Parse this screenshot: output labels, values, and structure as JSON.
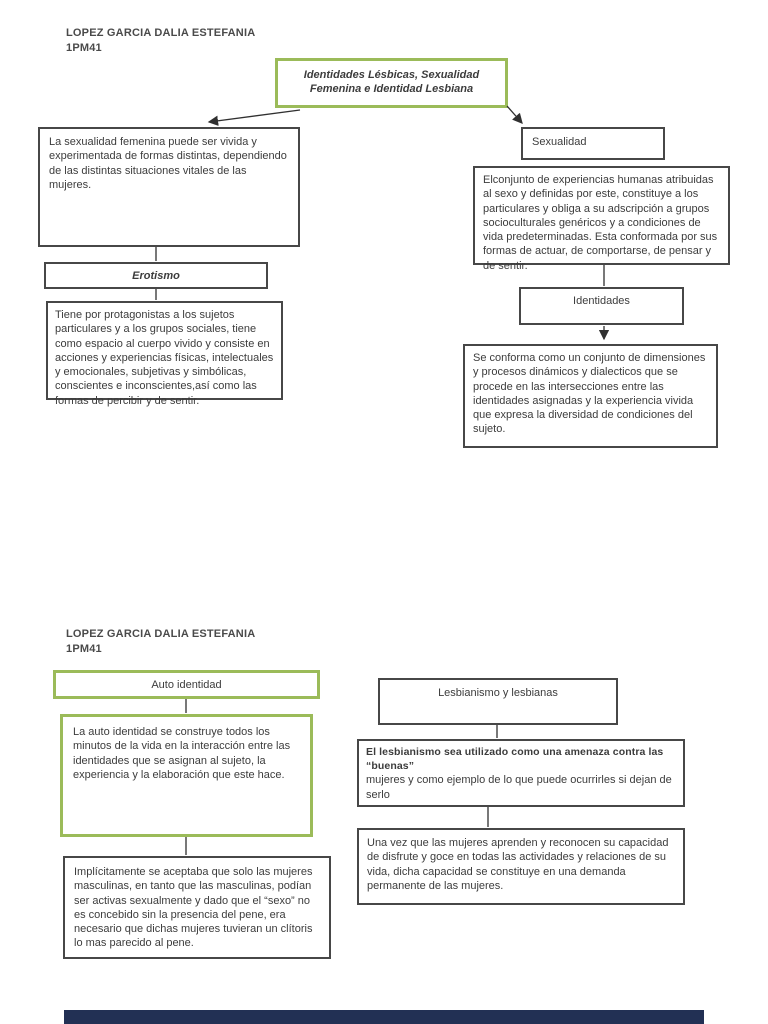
{
  "colors": {
    "green_border": "#9bbb59",
    "box_border": "#474747",
    "page_gap_bar": "#223054"
  },
  "page1": {
    "header_line1": "LOPEZ GARCIA DALIA ESTEFANIA",
    "header_line2": "1PM41",
    "title": "Identidades Lésbicas, Sexualidad Femenina e Identidad Lesbiana",
    "sexualidad_femenina": "La sexualidad femenina puede ser vivida y experimentada de formas distintas, dependiendo de las distintas situaciones vitales de las mujeres.",
    "erotismo_title": "Erotismo",
    "erotismo_desc": "Tiene por protagonistas a los sujetos particulares y a los grupos sociales, tiene como espacio al cuerpo vivido y consiste en acciones y experiencias físicas, intelectuales y emocionales, subjetivas y simbólicas, conscientes e inconscientes,así como las formas de percibir y de sentir.",
    "sexualidad_title": "Sexualidad",
    "sexualidad_desc": "Elconjunto de experiencias humanas atribuidas al sexo y definidas por este, constituye a los particulares y obliga a su adscripción a grupos socioculturales genéricos y a condiciones de vida predeterminadas. Esta conformada por sus formas de actuar, de comportarse, de pensar y de sentir.",
    "identidades_title": "Identidades",
    "identidades_desc": "Se conforma como un conjunto de dimensiones y procesos dinámicos y dialecticos que se procede en las intersecciones entre las identidades asignadas y la experiencia vivida que expresa la diversidad de condiciones del sujeto."
  },
  "page2": {
    "header_line1": "LOPEZ GARCIA DALIA ESTEFANIA",
    "header_line2": "1PM41",
    "auto_identidad_title": "Auto identidad",
    "auto_identidad_desc": "La auto identidad se construye todos los minutos de la vida en la interacción entre las identidades que se asignan al sujeto, la experiencia  y la elaboración que este hace.",
    "implicitamente": "Implícitamente se aceptaba que solo las mujeres masculinas, en tanto que las masculinas, podían ser activas sexualmente y dado que el “sexo” no es concebido sin la presencia del pene, era necesario que dichas mujeres tuvieran un clítoris lo mas parecido al pene.",
    "lesbianismo_title": "Lesbianismo y lesbianas",
    "lesbianismo_line1": "El lesbianismo sea utilizado como una amenaza contra las “buenas”",
    "lesbianismo_line2": "mujeres y como ejemplo de lo que puede ocurrirles si dejan de serlo",
    "una_vez": "Una vez que las mujeres aprenden y reconocen su capacidad de disfrute y goce en todas las actividades y relaciones de su vida, dicha capacidad se constituye en una demanda permanente de las mujeres."
  }
}
